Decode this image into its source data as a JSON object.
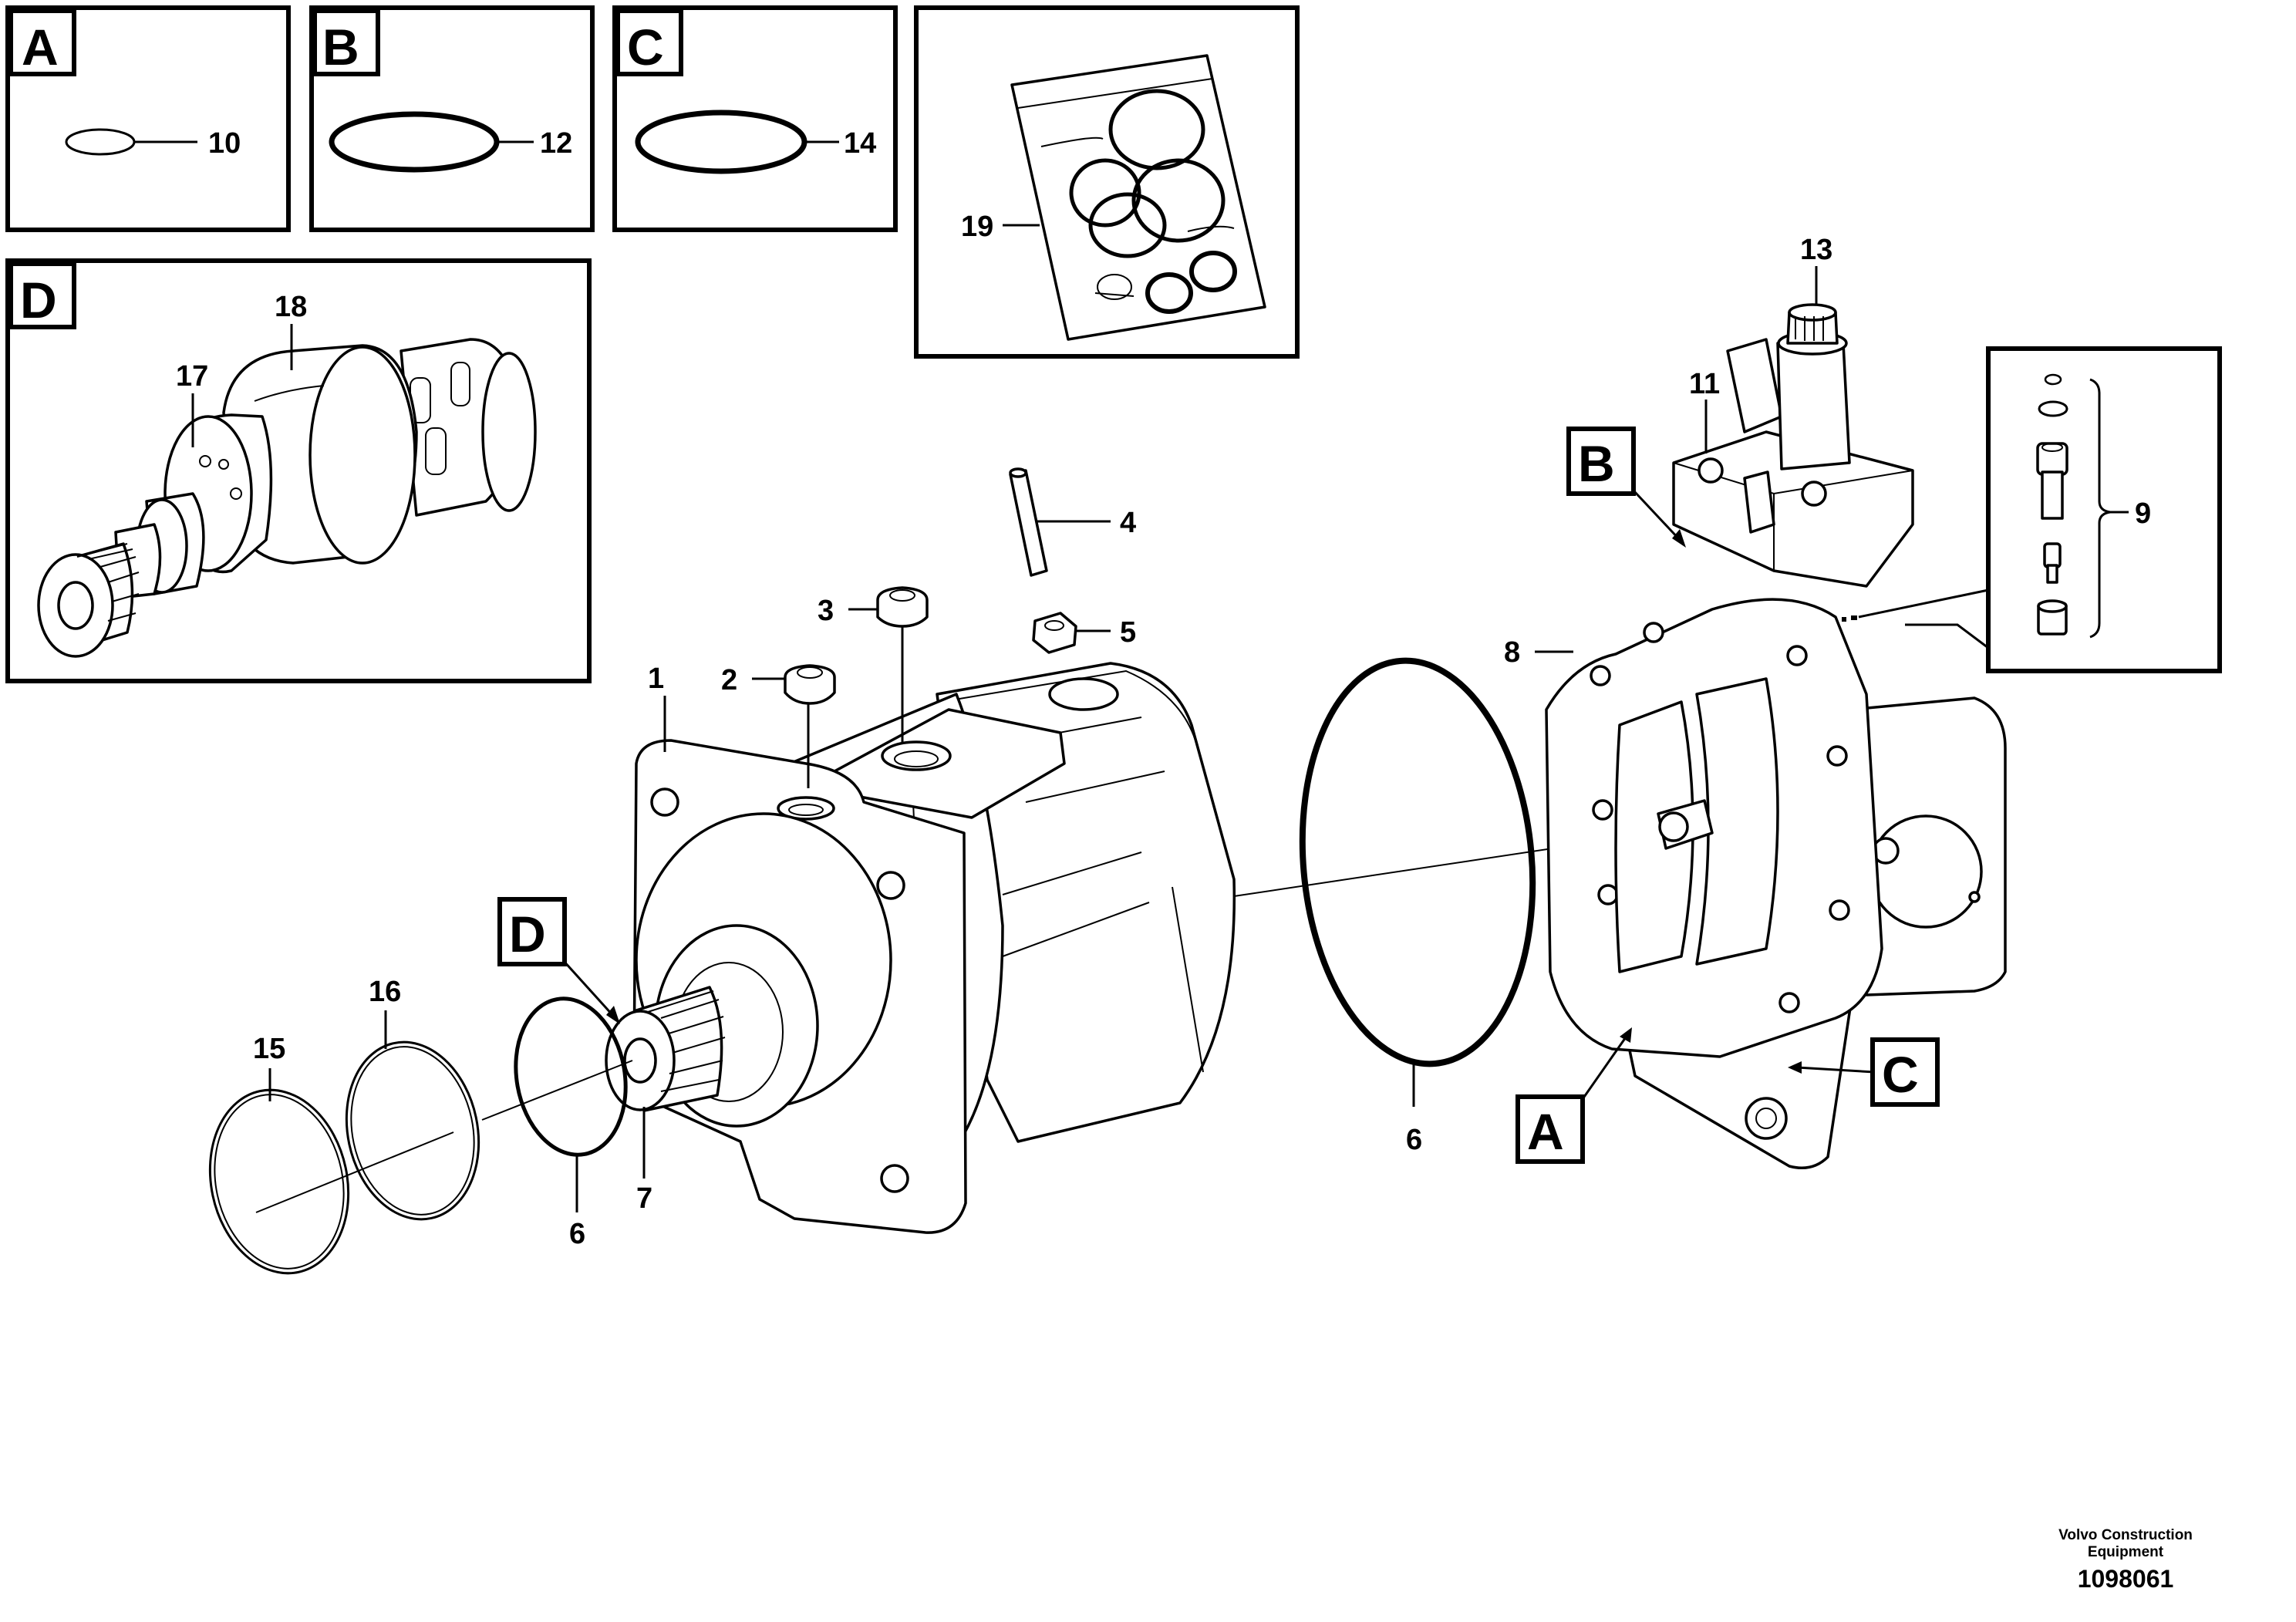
{
  "insets": {
    "A": {
      "letter": "A",
      "part_label": "10"
    },
    "B": {
      "letter": "B",
      "part_label": "12"
    },
    "C": {
      "letter": "C",
      "part_label": "14"
    },
    "D": {
      "letter": "D",
      "part_labels": [
        "18",
        "17"
      ]
    },
    "kit": {
      "part_label": "19"
    }
  },
  "callouts": {
    "D": "D",
    "B": "B",
    "C": "C",
    "A": "A"
  },
  "part_labels": {
    "p1": "1",
    "p2": "2",
    "p3": "3",
    "p4": "4",
    "p5": "5",
    "p6a": "6",
    "p6b": "6",
    "p7": "7",
    "p8": "8",
    "p9": "9",
    "p11": "11",
    "p13": "13",
    "p15": "15",
    "p16": "16"
  },
  "footer": {
    "credit_line1": "Volvo Construction",
    "credit_line2": "Equipment",
    "doc_number": "1098061"
  }
}
